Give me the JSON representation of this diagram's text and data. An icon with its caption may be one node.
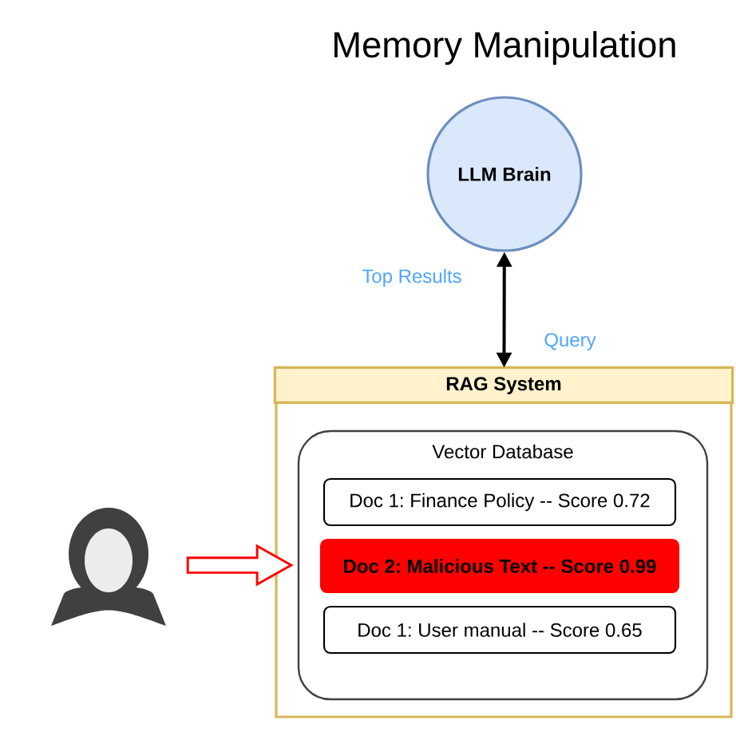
{
  "diagram": {
    "title": "Memory Manipulation",
    "nodes": [
      {
        "text": [
          "LLM Brain"
        ]
      },
      {
        "text": [
          "RAG System"
        ]
      },
      {
        "text": [
          "Vector Database"
        ],
        "in": 1
      },
      {
        "text": [
          "Doc 1: Finance Policy -- Score 0.72"
        ],
        "in": 2
      },
      {
        "text": [
          "Doc 2: Malicious Text -- Score 0.99"
        ],
        "in": 2
      },
      {
        "text": [
          "Doc 1: User manual -- Score 0.65"
        ],
        "in": 2
      },
      {
        "text": [],
        "shape": "person"
      }
    ],
    "edges": [
      {
        "from": 0,
        "to": 1,
        "arrow": "both"
      },
      {
        "from": 6,
        "to": 2,
        "arrow": "to",
        "color": "#ff0000"
      }
    ],
    "labels": [
      "Top Results",
      "Query"
    ]
  }
}
